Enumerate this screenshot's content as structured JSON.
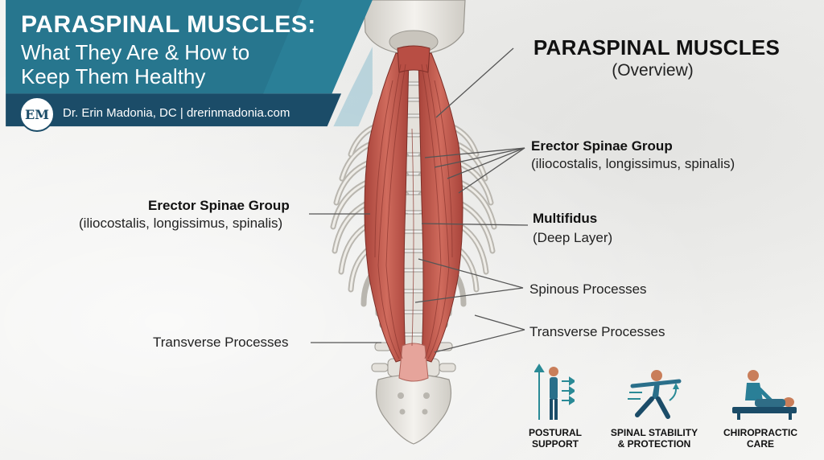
{
  "header": {
    "title": "PARASPINAL MUSCLES:",
    "subtitle_line1": "What They Are & How to",
    "subtitle_line2": "Keep Them Healthy",
    "logo_text": "EM",
    "author": "Dr. Erin Madonia, DC  |  drerinmadonia.com"
  },
  "overview": {
    "title": "PARASPINAL MUSCLES",
    "subtitle": "(Overview)"
  },
  "labels": {
    "right_erector_title": "Erector Spinae Group",
    "right_erector_detail": "(iliocostalis, longissimus, spinalis)",
    "left_erector_title": "Erector Spinae Group",
    "left_erector_detail": "(iliocostalis, longissimus, spinalis)",
    "multifidus_title": "Multifidus",
    "multifidus_detail": "(Deep Layer)",
    "spinous": "Spinous Processes",
    "transverse_right": "Transverse Processes",
    "transverse_left": "Transverse Processes"
  },
  "benefits": [
    {
      "line1": "POSTURAL",
      "line2": "SUPPORT",
      "icon": "posture-icon"
    },
    {
      "line1": "SPINAL STABILITY",
      "line2": "& PROTECTION",
      "icon": "stretch-icon"
    },
    {
      "line1": "CHIROPRACTIC",
      "line2": "CARE",
      "icon": "chiropractic-icon"
    }
  ],
  "colors": {
    "banner_teal": "#2a7f97",
    "banner_dark": "#1b4c68",
    "muscle": "#c4574b",
    "bone": "#e9e7e2",
    "icon_teal": "#2a8a96"
  }
}
